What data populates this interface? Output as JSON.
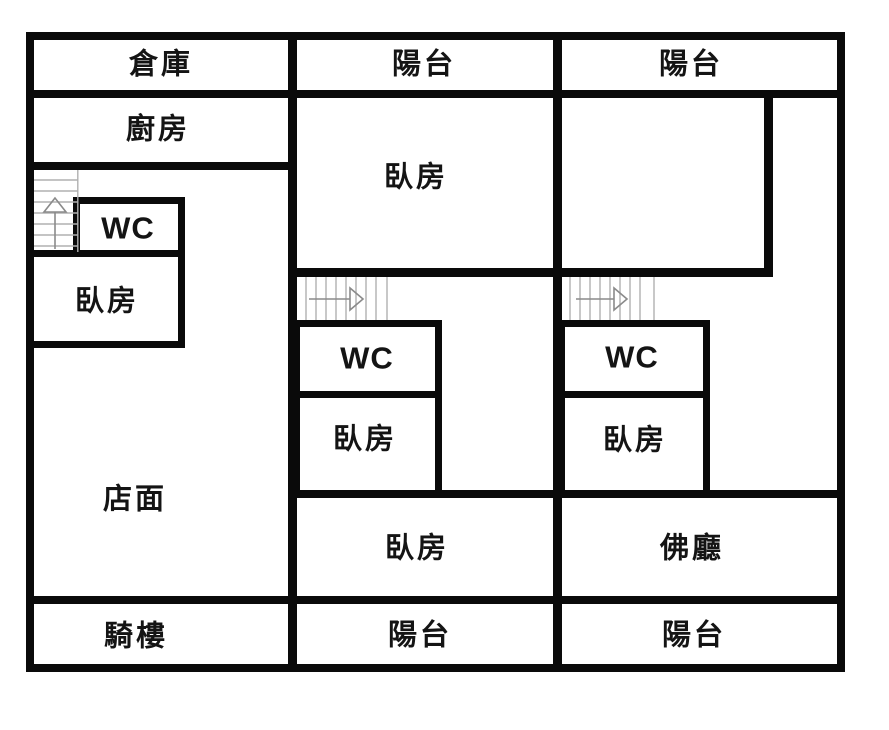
{
  "title": "floor-plan",
  "colors": {
    "wall": "#0a0a0a",
    "background": "#ffffff",
    "stair_tread": "#b0b0b0",
    "stair_arrow": "#8a8a8a",
    "text": "#141414"
  },
  "labels": {
    "storage": "倉庫",
    "kitchen": "廚房",
    "balcony_top_mid": "陽台",
    "balcony_top_right": "陽台",
    "bedroom_mid_top": "臥房",
    "wc_left": "WC",
    "bedroom_left": "臥房",
    "wc_mid": "WC",
    "wc_right": "WC",
    "bedroom_mid_small": "臥房",
    "bedroom_right_small": "臥房",
    "storefront": "店面",
    "bedroom_mid_bottom": "臥房",
    "buddha_hall": "佛廳",
    "arcade": "騎樓",
    "balcony_bottom_mid": "陽台",
    "balcony_bottom_right": "陽台"
  }
}
